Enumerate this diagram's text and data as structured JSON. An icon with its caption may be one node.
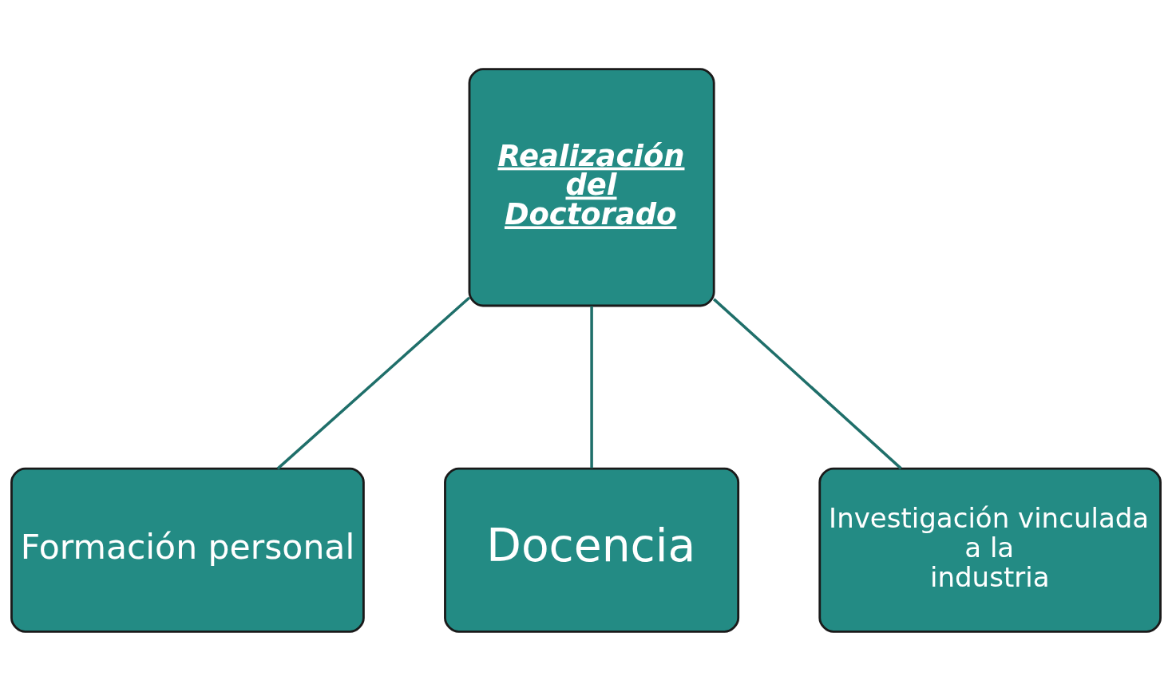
{
  "diagram": {
    "nodes": [
      {
        "text": [
          "Realización del Doctorado"
        ]
      },
      {
        "text": [
          "Formación personal"
        ]
      },
      {
        "text": [
          "Docencia"
        ]
      },
      {
        "text": [
          "Investigación vinculada a la industria"
        ]
      }
    ],
    "edges": [
      {
        "from": 0,
        "to": 1,
        "arrow": "none"
      },
      {
        "from": 0,
        "to": 2,
        "arrow": "none"
      },
      {
        "from": 0,
        "to": 3,
        "arrow": "none"
      }
    ]
  }
}
